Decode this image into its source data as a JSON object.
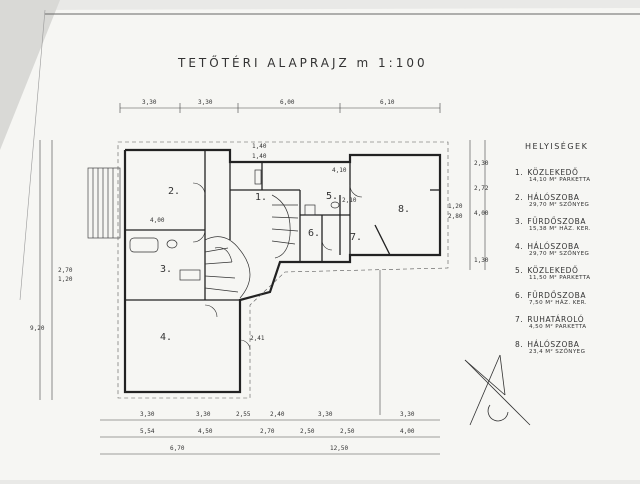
{
  "title": "TETŐTÉRI ALAPRAJZ  m 1:100",
  "legend": {
    "heading": "HELYISÉGEK",
    "items": [
      {
        "no": "1.",
        "name": "KÖZLEKEDŐ",
        "area": "14,10 M² PARKETTA"
      },
      {
        "no": "2.",
        "name": "HÁLÓSZOBA",
        "area": "29,70 M² SZŐNYEG"
      },
      {
        "no": "3.",
        "name": "FÜRDŐSZOBA",
        "area": "15,38 M² HÁZ. KER."
      },
      {
        "no": "4.",
        "name": "HÁLÓSZOBA",
        "area": "29,70 M² SZŐNYEG"
      },
      {
        "no": "5.",
        "name": "KÖZLEKEDŐ",
        "area": "11,50 M² PARKETTA"
      },
      {
        "no": "6.",
        "name": "FÜRDŐSZOBA",
        "area": "7,50 M² HÁZ. KER."
      },
      {
        "no": "7.",
        "name": "RUHATÁROLÓ",
        "area": "4,50 M² PARKETTA"
      },
      {
        "no": "8.",
        "name": "HÁLÓSZOBA",
        "area": "23,4 M² SZŐNYEG"
      }
    ]
  },
  "rooms": [
    "1.",
    "2.",
    "3.",
    "4.",
    "5.",
    "6.",
    "7.",
    "8."
  ],
  "dimensions": {
    "top": [
      "3,30",
      "3,30",
      "6,00",
      "6,10"
    ],
    "bottom1": [
      "3,30",
      "3,30",
      "2,55",
      "2,40",
      "3,30",
      "3,30"
    ],
    "bottom2": [
      "5,54",
      "4,50",
      "2,70",
      "2,50",
      "2,50",
      "4,00"
    ],
    "bottom3": [
      "6,70",
      "12,50"
    ],
    "left": [
      "2,70",
      "1,20",
      "9,20"
    ],
    "right": [
      "2,30",
      "2,72",
      "4,00",
      "1,30"
    ],
    "inner": [
      "4,00",
      "1,40",
      "1,40",
      "2,41",
      "4,10",
      "2,10",
      "1,20",
      "2,80"
    ]
  }
}
